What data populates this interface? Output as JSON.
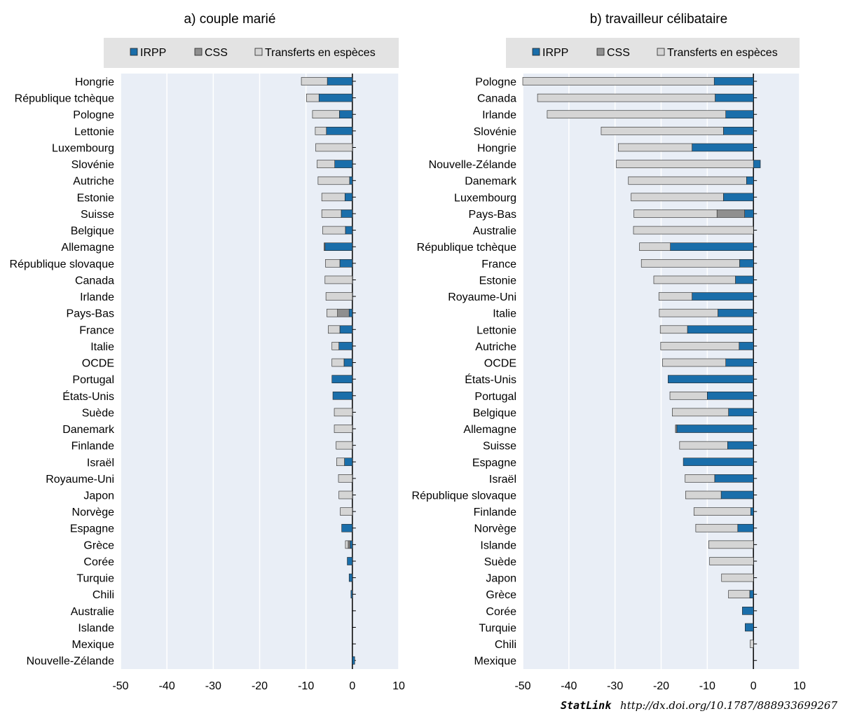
{
  "chart_data": [
    {
      "type": "bar",
      "orientation": "horizontal",
      "stacked": true,
      "title": "a) couple marié",
      "xlim": [
        -50,
        10
      ],
      "xticks": [
        -50,
        -40,
        -30,
        -20,
        -10,
        0,
        10
      ],
      "grid": true,
      "legend_placement": "top",
      "legend": [
        "IRPP",
        "CSS",
        "Transferts en espèces"
      ],
      "categories": [
        "Hongrie",
        "République tchèque",
        "Pologne",
        "Lettonie",
        "Luxembourg",
        "Slovénie",
        "Autriche",
        "Estonie",
        "Suisse",
        "Belgique",
        "Allemagne",
        "République slovaque",
        "Canada",
        "Irlande",
        "Pays-Bas",
        "France",
        "Italie",
        "OCDE",
        "Portugal",
        "États-Unis",
        "Suède",
        "Danemark",
        "Finlande",
        "Israël",
        "Royaume-Uni",
        "Japon",
        "Norvège",
        "Espagne",
        "Grèce",
        "Corée",
        "Turquie",
        "Chili",
        "Australie",
        "Islande",
        "Mexique",
        "Nouvelle-Zélande"
      ],
      "series": [
        {
          "name": "IRPP",
          "values": [
            -5.4,
            -7.2,
            -2.8,
            -5.6,
            0,
            -3.8,
            -0.6,
            -1.6,
            -2.4,
            -1.5,
            -5.9,
            -2.7,
            0,
            0,
            -0.7,
            -2.7,
            -2.9,
            -1.8,
            -4.4,
            -4.2,
            0,
            0,
            0,
            -1.7,
            0,
            0,
            0,
            -2.3,
            -0.5,
            -1.1,
            -0.7,
            -0.3,
            0,
            0,
            0,
            0.5
          ]
        },
        {
          "name": "CSS",
          "values": [
            0,
            0,
            0,
            0,
            0,
            0,
            0,
            0,
            0,
            0,
            -0.2,
            0,
            0,
            0,
            -2.5,
            0,
            0,
            0,
            0,
            0,
            0,
            0,
            0,
            0,
            0,
            0,
            0,
            0,
            -0.4,
            0,
            0,
            0,
            0,
            0,
            0,
            0
          ]
        },
        {
          "name": "Transferts en espèces",
          "values": [
            -5.6,
            -2.7,
            -5.8,
            -2.4,
            -7.9,
            -3.8,
            -6.8,
            -5.0,
            -4.2,
            -4.9,
            0,
            -3.1,
            -5.9,
            -5.7,
            -2.3,
            -2.5,
            -1.5,
            -2.6,
            0,
            0,
            -3.9,
            -3.9,
            -3.5,
            -1.7,
            -3.0,
            -2.9,
            -2.6,
            0,
            -0.6,
            0,
            0,
            0,
            0,
            0,
            0,
            0
          ]
        }
      ]
    },
    {
      "type": "bar",
      "orientation": "horizontal",
      "stacked": true,
      "title": "b) travailleur célibataire",
      "xlim": [
        -50,
        10
      ],
      "xticks": [
        -50,
        -40,
        -30,
        -20,
        -10,
        0,
        10
      ],
      "grid": true,
      "legend_placement": "top",
      "legend": [
        "IRPP",
        "CSS",
        "Transferts en espèces"
      ],
      "categories": [
        "Pologne",
        "Canada",
        "Irlande",
        "Slovénie",
        "Hongrie",
        "Nouvelle-Zélande",
        "Danemark",
        "Luxembourg",
        "Pays-Bas",
        "Australie",
        "République tchèque",
        "France",
        "Estonie",
        "Royaume-Uni",
        "Italie",
        "Lettonie",
        "Autriche",
        "OCDE",
        "États-Unis",
        "Portugal",
        "Belgique",
        "Allemagne",
        "Suisse",
        "Espagne",
        "Israël",
        "République slovaque",
        "Finlande",
        "Norvège",
        "Islande",
        "Suède",
        "Japon",
        "Grèce",
        "Corée",
        "Turquie",
        "Chili",
        "Mexique"
      ],
      "series": [
        {
          "name": "IRPP",
          "values": [
            -8.5,
            -8.3,
            -6.0,
            -6.5,
            -13.3,
            1.5,
            -1.5,
            -6.5,
            -1.9,
            0,
            -18.0,
            -3.0,
            -3.9,
            -13.3,
            -7.7,
            -14.3,
            -3.1,
            -6.0,
            -18.5,
            -10.0,
            -5.4,
            -16.6,
            -5.6,
            -15.2,
            -8.4,
            -7.0,
            -0.6,
            -3.4,
            0,
            0,
            0,
            -0.8,
            -2.4,
            -1.8,
            0,
            0
          ]
        },
        {
          "name": "CSS",
          "values": [
            0,
            0,
            0,
            0,
            0,
            0,
            0,
            0,
            -6.0,
            0,
            0,
            0,
            0,
            0,
            0,
            0,
            0,
            0,
            0,
            0,
            0,
            -0.3,
            0,
            0,
            0,
            0,
            0,
            0,
            0,
            0,
            0,
            0,
            0,
            0,
            0,
            0
          ]
        },
        {
          "name": "Transferts en espèces",
          "values": [
            -41.5,
            -38.5,
            -38.7,
            -26.5,
            -16.0,
            -29.7,
            -25.6,
            -20.0,
            -18.0,
            -26.0,
            -6.7,
            -21.3,
            -17.7,
            -7.2,
            -12.7,
            -5.9,
            -17.0,
            -13.7,
            0,
            -8.1,
            -12.2,
            0,
            -10.4,
            0,
            -6.4,
            -7.7,
            -12.3,
            -9.1,
            -9.7,
            -9.5,
            -6.9,
            -4.6,
            0,
            0,
            -0.7,
            0
          ]
        }
      ]
    }
  ],
  "colors": {
    "IRPP": "#1a6eaa",
    "CSS": "#8f8f8f",
    "Transferts en espèces": "#d5d5d5",
    "plot_background": "#e9eef6",
    "legend_background": "#e3e3e3",
    "bar_edge": "#222222"
  },
  "footer": {
    "statlink": "StatLink",
    "url": "http://dx.doi.org/10.1787/888933699267"
  }
}
